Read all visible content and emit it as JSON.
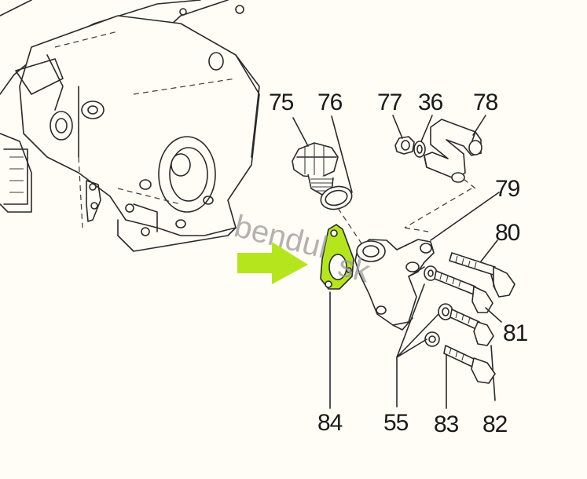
{
  "diagram": {
    "labels": [
      "75",
      "76",
      "77",
      "36",
      "78",
      "79",
      "80",
      "81",
      "82",
      "83",
      "55",
      "84"
    ],
    "watermark": "bendul",
    "watermark_suffix": "sk"
  },
  "colors": {
    "arrow": "#b5e61d",
    "highlight": "#b5e61d",
    "ink": "#2a2a2a",
    "paper": "#fffdf6"
  }
}
